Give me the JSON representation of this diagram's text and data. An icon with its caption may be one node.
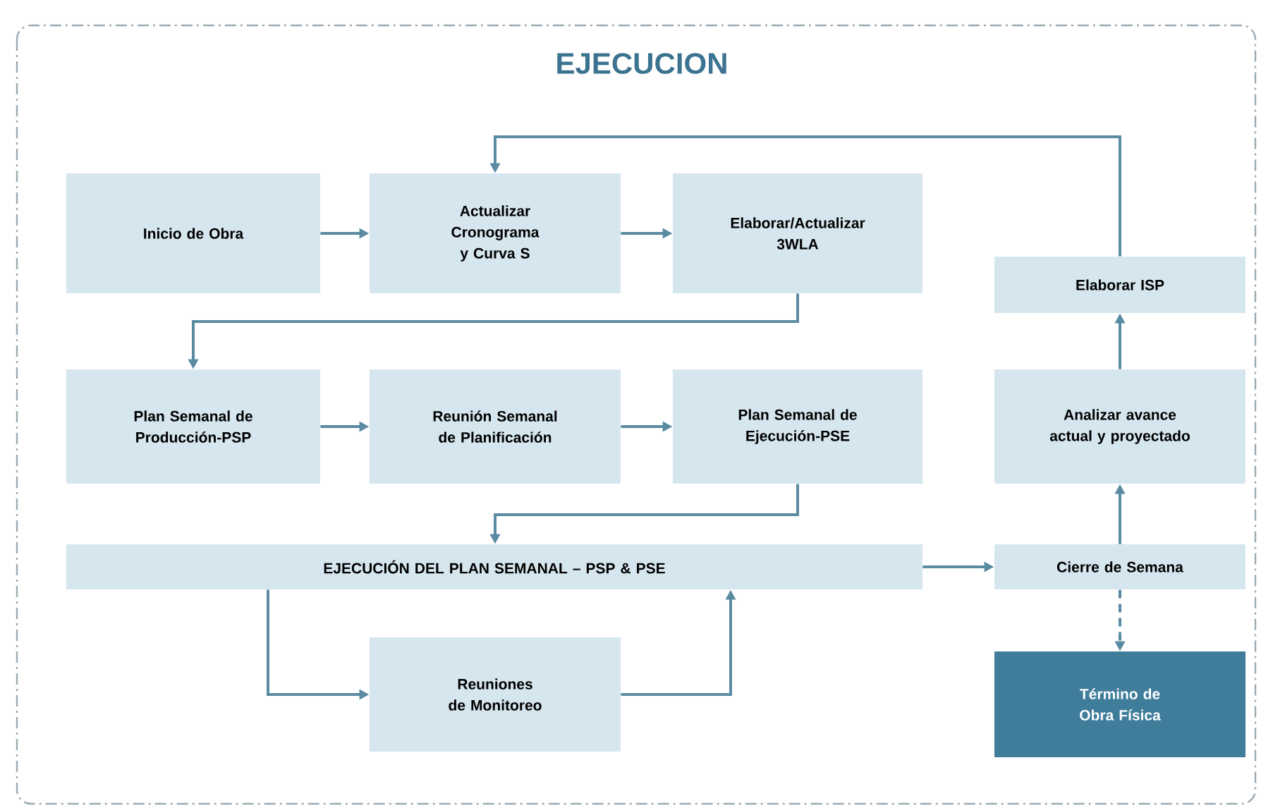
{
  "diagram": {
    "title": "EJECUCION",
    "nodes": [
      {
        "text": [
          "Inicio de Obra"
        ]
      },
      {
        "text": [
          "Actualizar Cronograma y Curva S"
        ]
      },
      {
        "text": [
          "Elaborar/Actualizar 3WLA"
        ]
      },
      {
        "text": [
          "Plan Semanal de Producción-PSP"
        ]
      },
      {
        "text": [
          "Reunión Semanal de Planificación"
        ]
      },
      {
        "text": [
          "Plan Semanal de Ejecución-PSE"
        ]
      },
      {
        "text": [
          "EJECUCIÓN DEL PLAN SEMANAL – PSP & PSE"
        ]
      },
      {
        "text": [
          "Reuniones de Monitoreo"
        ]
      },
      {
        "text": [
          "Elaborar ISP"
        ]
      },
      {
        "text": [
          "Analizar avance actual y proyectado"
        ]
      },
      {
        "text": [
          "Cierre de Semana"
        ]
      },
      {
        "text": [
          "Término de Obra Física"
        ]
      }
    ],
    "edges": [
      {
        "from": 0,
        "to": 1,
        "arrow": "to"
      },
      {
        "from": 1,
        "to": 2,
        "arrow": "to"
      },
      {
        "from": 2,
        "to": 3,
        "arrow": "to"
      },
      {
        "from": 3,
        "to": 4,
        "arrow": "to"
      },
      {
        "from": 4,
        "to": 5,
        "arrow": "to"
      },
      {
        "from": 5,
        "to": 6,
        "arrow": "to"
      },
      {
        "from": 6,
        "to": 7,
        "arrow": "to"
      },
      {
        "from": 7,
        "to": 6,
        "arrow": "to"
      },
      {
        "from": 6,
        "to": 10,
        "arrow": "to"
      },
      {
        "from": 10,
        "to": 9,
        "arrow": "to"
      },
      {
        "from": 9,
        "to": 8,
        "arrow": "to"
      },
      {
        "from": 8,
        "to": 1,
        "arrow": "to"
      },
      {
        "from": 10,
        "to": 11,
        "arrow": "to",
        "style": "dashed"
      }
    ]
  }
}
